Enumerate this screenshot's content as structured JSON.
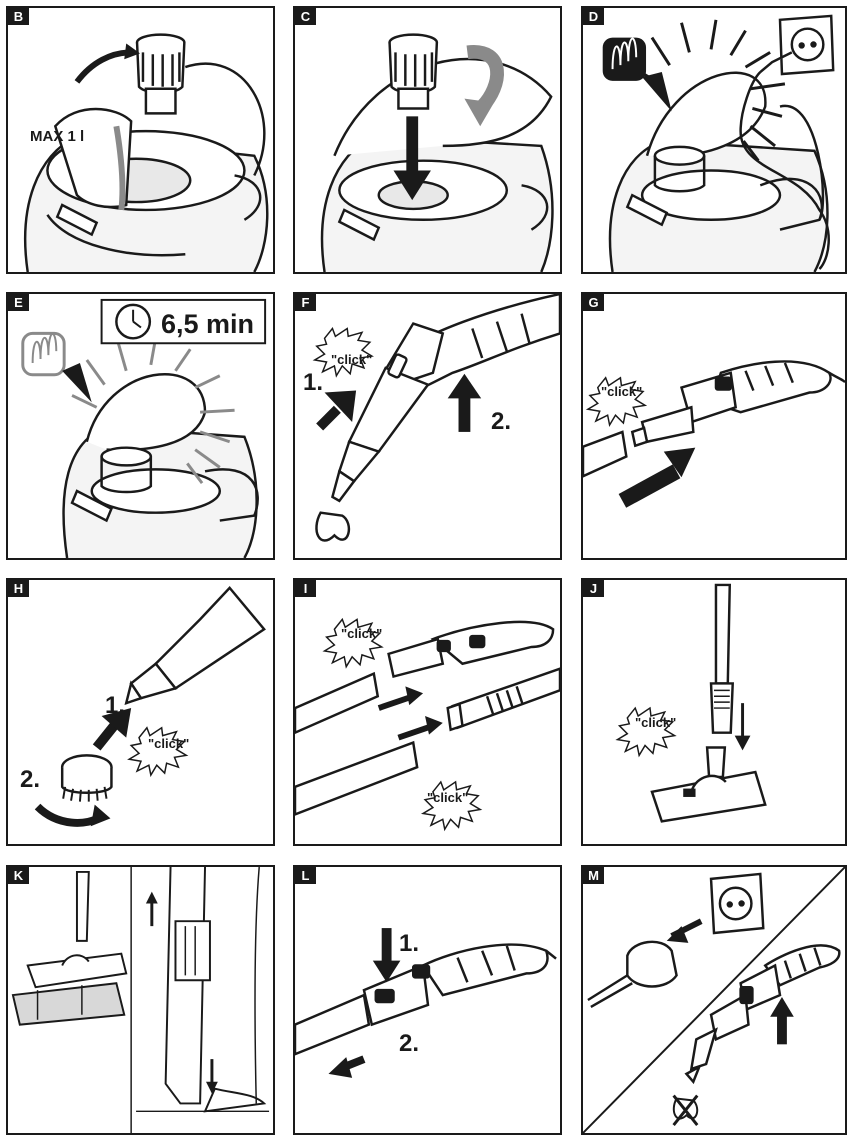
{
  "panels": [
    {
      "id": "B",
      "label": "B",
      "texts": {
        "max": "MAX 1 l"
      }
    },
    {
      "id": "C",
      "label": "C",
      "texts": {}
    },
    {
      "id": "D",
      "label": "D",
      "texts": {}
    },
    {
      "id": "E",
      "label": "E",
      "texts": {
        "time": "6,5 min"
      }
    },
    {
      "id": "F",
      "label": "F",
      "texts": {
        "click": "\"click\"",
        "step1": "1.",
        "step2": "2."
      }
    },
    {
      "id": "G",
      "label": "G",
      "texts": {
        "click": "\"click\""
      }
    },
    {
      "id": "H",
      "label": "H",
      "texts": {
        "click": "\"click\"",
        "step1": "1.",
        "step2": "2."
      }
    },
    {
      "id": "I",
      "label": "I",
      "texts": {
        "click1": "\"click\"",
        "click2": "\"click\""
      }
    },
    {
      "id": "J",
      "label": "J",
      "texts": {
        "click": "\"click\""
      }
    },
    {
      "id": "K",
      "label": "K",
      "texts": {}
    },
    {
      "id": "L",
      "label": "L",
      "texts": {
        "step1": "1.",
        "step2": "2."
      }
    },
    {
      "id": "M",
      "label": "M",
      "texts": {}
    }
  ],
  "icons": {
    "heating": "heating-coil-icon",
    "timer": "clock-icon",
    "no_use": "crossed-out-nozzle-icon",
    "socket": "power-socket-icon"
  },
  "colors": {
    "ink": "#1a1a1a",
    "background": "#ffffff",
    "grey": "#8a8a8a"
  }
}
